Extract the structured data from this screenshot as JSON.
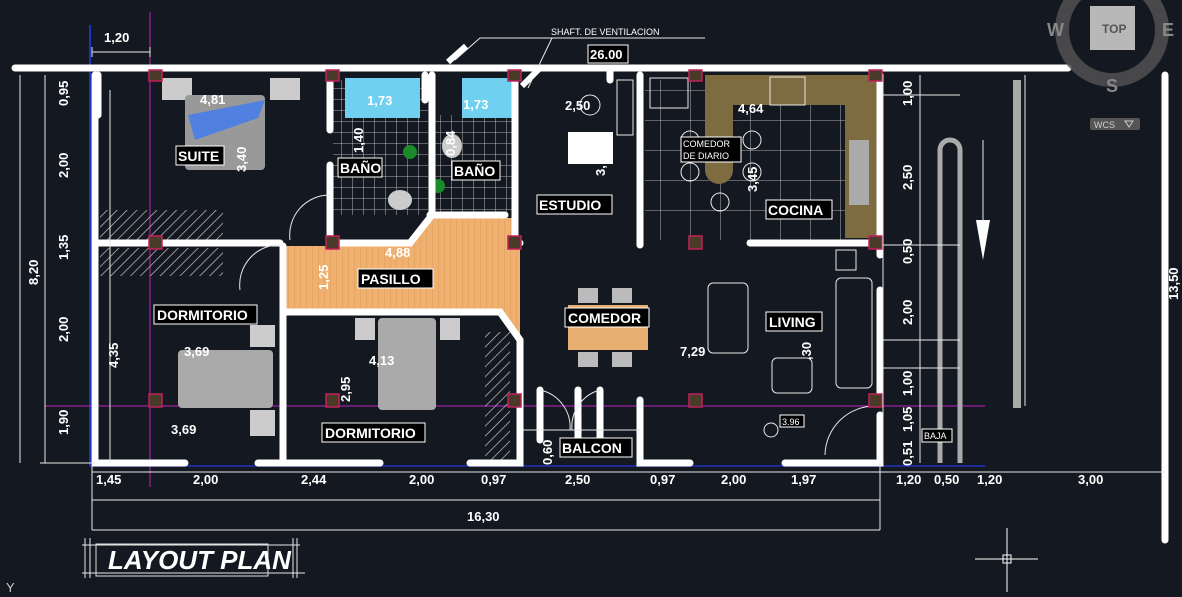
{
  "title": "LAYOUT PLAN",
  "annotations": {
    "shaft": "SHAFT. DE VENTILACION",
    "shaft_level": "26.00",
    "level_marker": "3.96",
    "baja": "BAJA"
  },
  "rooms": {
    "suite": "SUITE",
    "bano1": "BAÑO",
    "bano2": "BAÑO",
    "estudio": "ESTUDIO",
    "comedor_diario_1": "COMEDOR",
    "comedor_diario_2": "DE DIARIO",
    "cocina": "COCINA",
    "pasillo": "PASILLO",
    "dormitorio1": "DORMITORIO",
    "dormitorio2": "DORMITORIO",
    "comedor": "COMEDOR",
    "living": "LIVING",
    "balcon": "BALCON"
  },
  "dimensions": {
    "top_left": "1,20",
    "left": [
      "0,95",
      "2,00",
      "1,35",
      "2,00",
      "1,90"
    ],
    "left_total": "8,20",
    "left_inner": "4,35",
    "bottom": [
      "1,45",
      "2,00",
      "2,44",
      "2,00",
      "0,97",
      "2,50",
      "0,97",
      "2,00",
      "1,97",
      "1,20",
      "0,50",
      "1,20",
      "3,00"
    ],
    "bottom_total": "16,30",
    "right": [
      "1,00",
      "2,50",
      "0,50",
      "2,00",
      "1,00",
      "1,05",
      "0,51"
    ],
    "right_total": "13,50",
    "interior": {
      "suite_w": "4,81",
      "suite_h": "3,40",
      "bath1_w": "1,73",
      "bath2_w": "1,73",
      "bath1_h": "1,40",
      "bath2_h": "0,84",
      "estudio_w": "2,50",
      "estudio_h": "3,",
      "cocina_w": "4,64",
      "cocina_h": "3,45",
      "pasillo_w": "4,88",
      "pasillo_h": "1,25",
      "dorm1_a": "3,69",
      "dorm1_b": "3,69",
      "dorm2_w": "4,13",
      "dorm2_h": "2,95",
      "living_w": "7,29",
      "living_h": ",30",
      "balcon_h": "0,60"
    }
  },
  "viewcube": {
    "top": "TOP",
    "west": "W",
    "east": "E",
    "south": "S",
    "wcs": "WCS"
  },
  "ucs": {
    "y_axis": "Y"
  },
  "colors": {
    "background": "#141820",
    "wall": "#ffffff",
    "pasillo_floor": "#f0b070",
    "counter": "#7f6b40",
    "bath_fixture": "#6fd0f0",
    "grid_magenta": "#c020c0",
    "column": "#4a3a28"
  }
}
